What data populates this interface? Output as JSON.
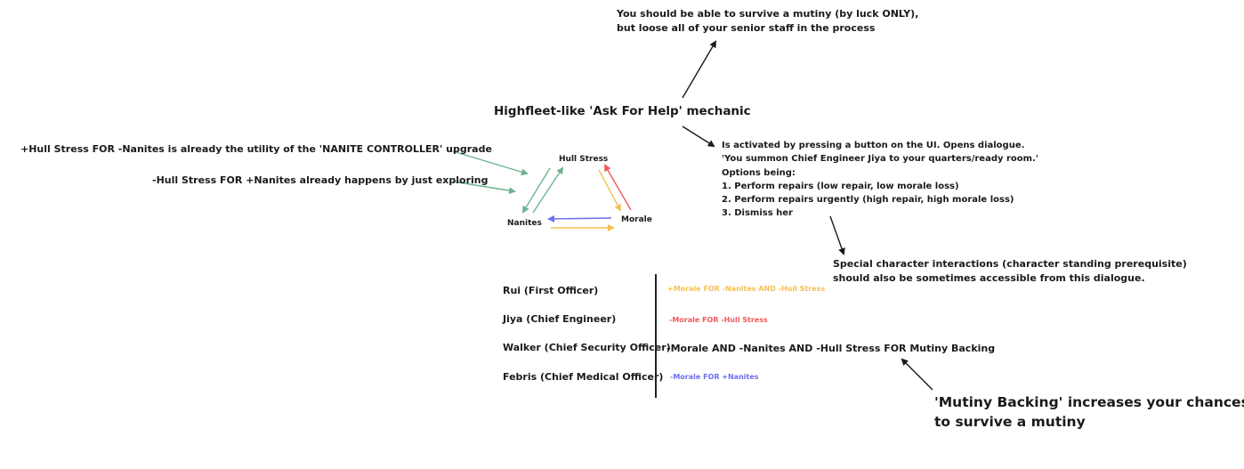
{
  "notes": {
    "mutiny_survival": "You should be able to survive a mutiny (by luck ONLY),\nbut loose all of your senior staff in the process",
    "main_title": "Highfleet-like 'Ask For Help' mechanic",
    "nanite_controller": "+Hull Stress FOR -Nanites is already the utility of the 'NANITE CONTROLLER' upgrade",
    "exploring": "-Hull Stress FOR +Nanites already happens by just exploring",
    "activation": "Is activated by pressing a button on the UI. Opens dialogue.\n'You summon Chief Engineer Jiya to your quarters/ready room.'\nOptions being:\n1. Perform repairs (low repair, low morale loss)\n2. Perform repairs urgently (high repair, high morale loss)\n3. Dismiss her",
    "special_interactions": "Special character interactions (character standing prerequisite)\nshould also be sometimes accessible from this dialogue.",
    "mutiny_backing": "'Mutiny Backing' increases your chances\nto survive a mutiny"
  },
  "cycle": {
    "nodes": {
      "hull_stress": "Hull Stress",
      "nanites": "Nanites",
      "morale": "Morale"
    },
    "arrow_colors": {
      "green": "#6db38e",
      "red": "#f05a5a",
      "yellow": "#f5c054",
      "blue": "#6b6ef0"
    }
  },
  "officers": [
    {
      "name": "Rui (First Officer)",
      "effect": "+Morale FOR -Nanites AND -Hull Stress",
      "color": "#f5c054"
    },
    {
      "name": "Jiya (Chief Engineer)",
      "effect": "-Morale FOR -Hull Stress",
      "color": "#f05a5a"
    },
    {
      "name": "Walker (Chief Security Officer)",
      "effect": "-Morale AND -Nanites AND -Hull Stress FOR Mutiny Backing",
      "color": "#1a1a1a"
    },
    {
      "name": "Febris (Chief Medical Officer)",
      "effect": "-Morale FOR +Nanites",
      "color": "#6b6ef0"
    }
  ]
}
